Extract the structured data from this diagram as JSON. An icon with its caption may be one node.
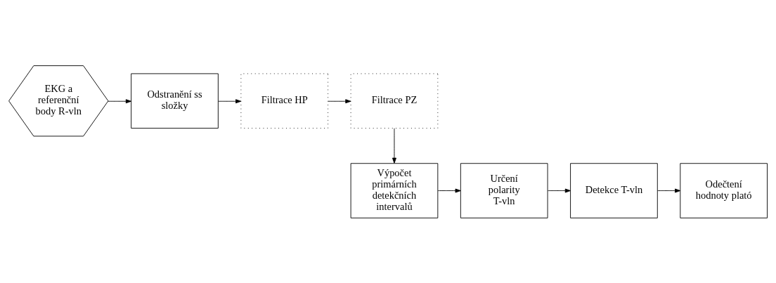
{
  "diagram": {
    "nodes": [
      {
        "text": [
          "EKG a referenční body R-vln"
        ]
      },
      {
        "text": [
          "Odstranění ss složky"
        ]
      },
      {
        "text": [
          "Filtrace HP"
        ]
      },
      {
        "text": [
          "Filtrace PZ"
        ]
      },
      {
        "text": [
          "Výpočet primárních detekčních intervalů"
        ]
      },
      {
        "text": [
          "Určení polarity T-vln"
        ]
      },
      {
        "text": [
          "Detekce T-vln"
        ]
      },
      {
        "text": [
          "Odečtení hodnoty plató"
        ]
      }
    ],
    "edges": [
      {
        "from": 0,
        "to": 1,
        "arrow": "to"
      },
      {
        "from": 1,
        "to": 2,
        "arrow": "to"
      },
      {
        "from": 2,
        "to": 3,
        "arrow": "to"
      },
      {
        "from": 3,
        "to": 4,
        "arrow": "to"
      },
      {
        "from": 4,
        "to": 5,
        "arrow": "to"
      },
      {
        "from": 5,
        "to": 6,
        "arrow": "to"
      },
      {
        "from": 6,
        "to": 7,
        "arrow": "to"
      }
    ]
  }
}
